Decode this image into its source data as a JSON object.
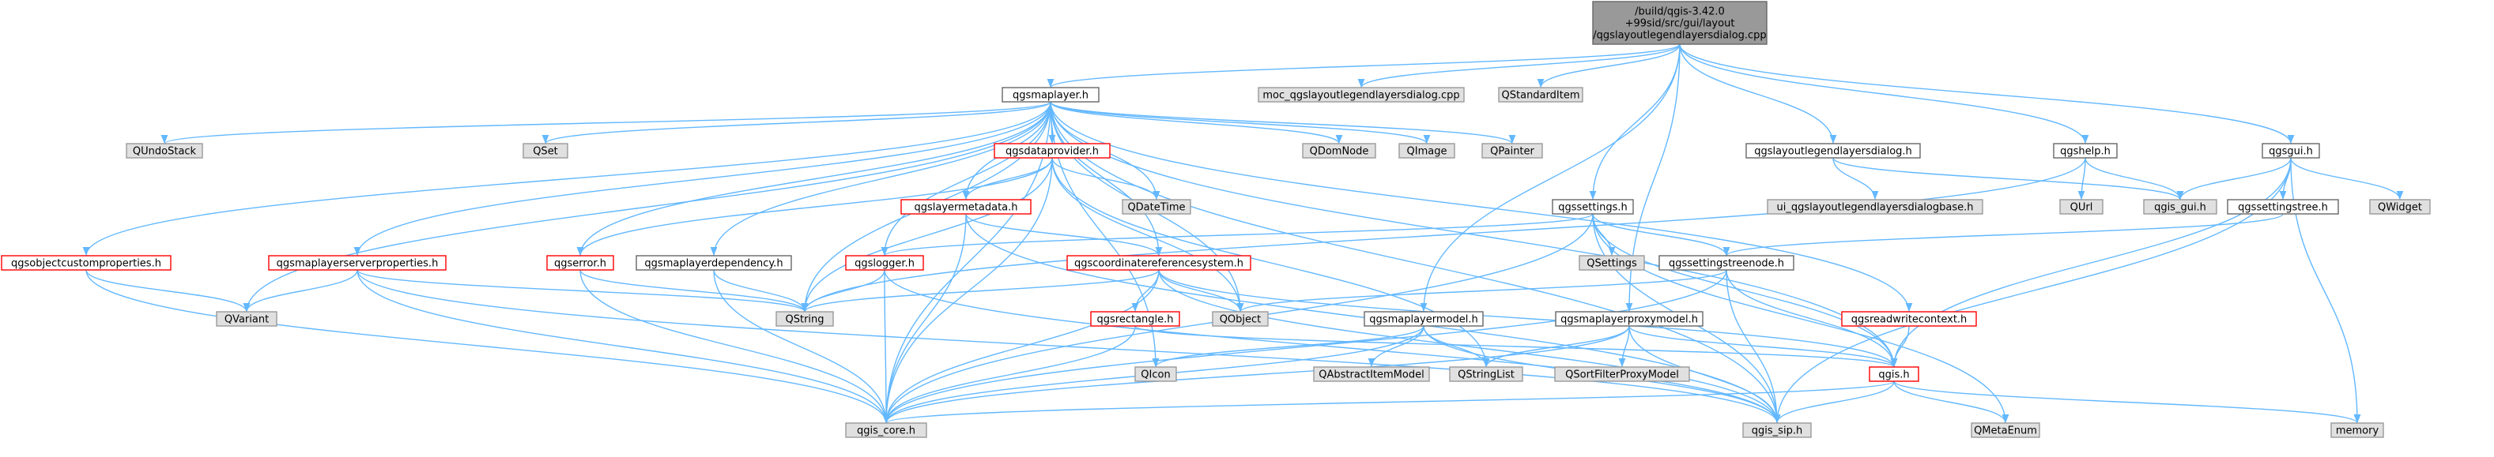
{
  "colors": {
    "edge": "#63b8ff",
    "root_fill": "#999999",
    "root_border": "#666666",
    "file_fill": "#ffffff",
    "file_border": "#666666",
    "external_fill": "#e0e0e0",
    "external_border": "#999999",
    "truncated_border": "#ff0000"
  },
  "nodes": {
    "root": {
      "lines": [
        "/build/qgis-3.42.0",
        "+99sid/src/gui/layout",
        "/qgslayoutlegendlayersdialog.cpp"
      ],
      "kind": "root"
    },
    "qgsmaplayer_h": {
      "lines": [
        "qgsmaplayer.h"
      ],
      "kind": "file"
    },
    "moc_cpp": {
      "lines": [
        "moc_qgslayoutlegendlayersdialog.cpp"
      ],
      "kind": "external"
    },
    "QStandardItem": {
      "lines": [
        "QStandardItem"
      ],
      "kind": "external"
    },
    "qgslayoutlegendlayersdialog_h": {
      "lines": [
        "qgslayoutlegendlayersdialog.h"
      ],
      "kind": "file"
    },
    "qgshelp_h": {
      "lines": [
        "qgshelp.h"
      ],
      "kind": "file"
    },
    "qgsgui_h": {
      "lines": [
        "qgsgui.h"
      ],
      "kind": "file"
    },
    "QUndoStack": {
      "lines": [
        "QUndoStack"
      ],
      "kind": "external"
    },
    "QSet": {
      "lines": [
        "QSet"
      ],
      "kind": "external"
    },
    "QDomNode": {
      "lines": [
        "QDomNode"
      ],
      "kind": "external"
    },
    "QImage": {
      "lines": [
        "QImage"
      ],
      "kind": "external"
    },
    "QPainter": {
      "lines": [
        "QPainter"
      ],
      "kind": "external"
    },
    "qgsdataprovider_h": {
      "lines": [
        "qgsdataprovider.h"
      ],
      "kind": "truncated"
    },
    "ui_base_h": {
      "lines": [
        "ui_qgslayoutlegendlayersdialogbase.h"
      ],
      "kind": "external"
    },
    "QUrl": {
      "lines": [
        "QUrl"
      ],
      "kind": "external"
    },
    "qgis_gui_h": {
      "lines": [
        "qgis_gui.h"
      ],
      "kind": "external"
    },
    "QWidget": {
      "lines": [
        "QWidget"
      ],
      "kind": "external"
    },
    "qgssettingstree_h": {
      "lines": [
        "qgssettingstree.h"
      ],
      "kind": "file"
    },
    "qgsobjectcustomproperties_h": {
      "lines": [
        "qgsobjectcustomproperties.h"
      ],
      "kind": "truncated"
    },
    "qgsmaplayerserverproperties_h": {
      "lines": [
        "qgsmaplayerserverproperties.h"
      ],
      "kind": "truncated"
    },
    "qgslayermetadata_h": {
      "lines": [
        "qgslayermetadata.h"
      ],
      "kind": "truncated"
    },
    "QDateTime": {
      "lines": [
        "QDateTime"
      ],
      "kind": "external"
    },
    "qgssettings_h": {
      "lines": [
        "qgssettings.h"
      ],
      "kind": "file"
    },
    "qgserror_h": {
      "lines": [
        "qgserror.h"
      ],
      "kind": "truncated"
    },
    "qgsmaplayerdependency_h": {
      "lines": [
        "qgsmaplayerdependency.h"
      ],
      "kind": "file"
    },
    "qgslogger_h": {
      "lines": [
        "qgslogger.h"
      ],
      "kind": "truncated"
    },
    "qgscrs_h": {
      "lines": [
        "qgscoordinatereferencesystem.h"
      ],
      "kind": "truncated"
    },
    "QSettings": {
      "lines": [
        "QSettings"
      ],
      "kind": "external"
    },
    "qgssettingstreenode_h": {
      "lines": [
        "qgssettingstreenode.h"
      ],
      "kind": "file"
    },
    "QVariant": {
      "lines": [
        "QVariant"
      ],
      "kind": "external"
    },
    "QString": {
      "lines": [
        "QString"
      ],
      "kind": "external"
    },
    "QObject": {
      "lines": [
        "QObject"
      ],
      "kind": "external"
    },
    "qgsrectangle_h": {
      "lines": [
        "qgsrectangle.h"
      ],
      "kind": "truncated"
    },
    "qgsmaplayermodel_h": {
      "lines": [
        "qgsmaplayermodel.h"
      ],
      "kind": "file"
    },
    "qgsmaplayerproxymodel_h": {
      "lines": [
        "qgsmaplayerproxymodel.h"
      ],
      "kind": "file"
    },
    "qgsreadwritecontext_h": {
      "lines": [
        "qgsreadwritecontext.h"
      ],
      "kind": "truncated"
    },
    "QIcon": {
      "lines": [
        "QIcon"
      ],
      "kind": "external"
    },
    "QAbstractItemModel": {
      "lines": [
        "QAbstractItemModel"
      ],
      "kind": "external"
    },
    "QStringList": {
      "lines": [
        "QStringList"
      ],
      "kind": "external"
    },
    "QSortFilterProxyModel": {
      "lines": [
        "QSortFilterProxyModel"
      ],
      "kind": "external"
    },
    "qgis_h": {
      "lines": [
        "qgis.h"
      ],
      "kind": "truncated"
    },
    "qgis_core_h": {
      "lines": [
        "qgis_core.h"
      ],
      "kind": "external"
    },
    "qgis_sip_h": {
      "lines": [
        "qgis_sip.h"
      ],
      "kind": "external"
    },
    "QMetaEnum": {
      "lines": [
        "QMetaEnum"
      ],
      "kind": "external"
    },
    "memory": {
      "lines": [
        "memory"
      ],
      "kind": "external"
    }
  },
  "edges": [
    [
      "root",
      "qgsmaplayer_h"
    ],
    [
      "root",
      "moc_cpp"
    ],
    [
      "root",
      "QStandardItem"
    ],
    [
      "root",
      "qgslayoutlegendlayersdialog_h"
    ],
    [
      "root",
      "qgshelp_h"
    ],
    [
      "root",
      "qgsgui_h"
    ],
    [
      "root",
      "qgssettings_h"
    ],
    [
      "root",
      "qgsmaplayermodel_h"
    ],
    [
      "root",
      "qgsmaplayerproxymodel_h"
    ],
    [
      "qgsmaplayer_h",
      "QUndoStack"
    ],
    [
      "qgsmaplayer_h",
      "QSet"
    ],
    [
      "qgsmaplayer_h",
      "QDomNode"
    ],
    [
      "qgsmaplayer_h",
      "QImage"
    ],
    [
      "qgsmaplayer_h",
      "QPainter"
    ],
    [
      "qgsmaplayer_h",
      "qgsdataprovider_h"
    ],
    [
      "qgsmaplayer_h",
      "qgsobjectcustomproperties_h"
    ],
    [
      "qgsmaplayer_h",
      "qgsmaplayerserverproperties_h"
    ],
    [
      "qgsmaplayer_h",
      "qgslayermetadata_h"
    ],
    [
      "qgsmaplayer_h",
      "QDateTime"
    ],
    [
      "qgsmaplayer_h",
      "qgserror_h"
    ],
    [
      "qgsmaplayer_h",
      "qgsmaplayerdependency_h"
    ],
    [
      "qgsmaplayer_h",
      "qgslogger_h"
    ],
    [
      "qgsmaplayer_h",
      "qgscrs_h"
    ],
    [
      "qgsmaplayer_h",
      "QVariant"
    ],
    [
      "qgsmaplayer_h",
      "QObject"
    ],
    [
      "qgsmaplayer_h",
      "QIcon"
    ],
    [
      "qgsmaplayer_h",
      "qgis_core_h"
    ],
    [
      "qgsmaplayer_h",
      "qgis_sip_h"
    ],
    [
      "qgsmaplayer_h",
      "qgsreadwritecontext_h"
    ],
    [
      "qgsmaplayer_h",
      "qgis_h"
    ],
    [
      "qgsmaplayer_h",
      "QString"
    ],
    [
      "qgsdataprovider_h",
      "QDateTime"
    ],
    [
      "qgsdataprovider_h",
      "QObject"
    ],
    [
      "qgsdataprovider_h",
      "qgslayermetadata_h"
    ],
    [
      "qgsdataprovider_h",
      "qgserror_h"
    ],
    [
      "qgsdataprovider_h",
      "qgis_core_h"
    ],
    [
      "qgsdataprovider_h",
      "QString"
    ],
    [
      "qgsdataprovider_h",
      "QStringList"
    ],
    [
      "qgslayermetadata_h",
      "qgscrs_h"
    ],
    [
      "qgslayermetadata_h",
      "qgis_core_h"
    ],
    [
      "qgslayermetadata_h",
      "qgis_sip_h"
    ],
    [
      "qgsobjectcustomproperties_h",
      "QVariant"
    ],
    [
      "qgsobjectcustomproperties_h",
      "qgis_core_h"
    ],
    [
      "qgsmaplayerserverproperties_h",
      "QVariant"
    ],
    [
      "qgsmaplayerserverproperties_h",
      "QString"
    ],
    [
      "qgsmaplayerserverproperties_h",
      "qgis_core_h"
    ],
    [
      "qgsmaplayerserverproperties_h",
      "qgis_sip_h"
    ],
    [
      "qgserror_h",
      "QString"
    ],
    [
      "qgserror_h",
      "qgis_core_h"
    ],
    [
      "qgsmaplayerdependency_h",
      "QString"
    ],
    [
      "qgsmaplayerdependency_h",
      "qgis_core_h"
    ],
    [
      "qgslogger_h",
      "QString"
    ],
    [
      "qgslogger_h",
      "qgis_core_h"
    ],
    [
      "qgslogger_h",
      "qgis_sip_h"
    ],
    [
      "qgscrs_h",
      "QString"
    ],
    [
      "qgscrs_h",
      "QObject"
    ],
    [
      "qgscrs_h",
      "qgsrectangle_h"
    ],
    [
      "qgscrs_h",
      "qgis_h"
    ],
    [
      "qgscrs_h",
      "qgis_core_h"
    ],
    [
      "qgscrs_h",
      "qgis_sip_h"
    ],
    [
      "qgsrectangle_h",
      "qgis_core_h"
    ],
    [
      "qgsrectangle_h",
      "qgis_h"
    ],
    [
      "qgslayoutlegendlayersdialog_h",
      "ui_base_h"
    ],
    [
      "qgslayoutlegendlayersdialog_h",
      "qgis_gui_h"
    ],
    [
      "qgshelp_h",
      "QUrl"
    ],
    [
      "qgshelp_h",
      "qgis_gui_h"
    ],
    [
      "qgshelp_h",
      "QString"
    ],
    [
      "qgsgui_h",
      "qgis_gui_h"
    ],
    [
      "qgsgui_h",
      "QWidget"
    ],
    [
      "qgsgui_h",
      "qgssettingstree_h"
    ],
    [
      "qgsgui_h",
      "memory"
    ],
    [
      "qgsgui_h",
      "qgis_sip_h"
    ],
    [
      "qgsgui_h",
      "qgis_h"
    ],
    [
      "qgssettingstree_h",
      "qgssettingstreenode_h"
    ],
    [
      "qgssettings_h",
      "QSettings"
    ],
    [
      "qgssettings_h",
      "qgssettingstreenode_h"
    ],
    [
      "qgssettings_h",
      "qgslogger_h"
    ],
    [
      "qgssettings_h",
      "qgis_core_h"
    ],
    [
      "qgssettings_h",
      "qgis_sip_h"
    ],
    [
      "qgssettings_h",
      "qgis_h"
    ],
    [
      "qgssettings_h",
      "QMetaEnum"
    ],
    [
      "qgssettingstreenode_h",
      "QObject"
    ],
    [
      "qgssettingstreenode_h",
      "qgis_h"
    ],
    [
      "qgssettingstreenode_h",
      "qgis_sip_h"
    ],
    [
      "qgssettingstreenode_h",
      "qgis_core_h"
    ],
    [
      "qgsmaplayermodel_h",
      "QAbstractItemModel"
    ],
    [
      "qgsmaplayermodel_h",
      "QStringList"
    ],
    [
      "qgsmaplayermodel_h",
      "QIcon"
    ],
    [
      "qgsmaplayermodel_h",
      "qgis_core_h"
    ],
    [
      "qgsmaplayermodel_h",
      "qgis_sip_h"
    ],
    [
      "qgsmaplayerproxymodel_h",
      "QSortFilterProxyModel"
    ],
    [
      "qgsmaplayerproxymodel_h",
      "QStringList"
    ],
    [
      "qgsmaplayerproxymodel_h",
      "qgis_h"
    ],
    [
      "qgsmaplayerproxymodel_h",
      "qgis_core_h"
    ],
    [
      "qgsmaplayerproxymodel_h",
      "qgis_sip_h"
    ],
    [
      "qgsreadwritecontext_h",
      "qgis_h"
    ],
    [
      "qgis_h",
      "qgis_core_h"
    ],
    [
      "qgis_h",
      "qgis_sip_h"
    ],
    [
      "qgis_h",
      "QMetaEnum"
    ],
    [
      "qgis_h",
      "memory"
    ]
  ]
}
